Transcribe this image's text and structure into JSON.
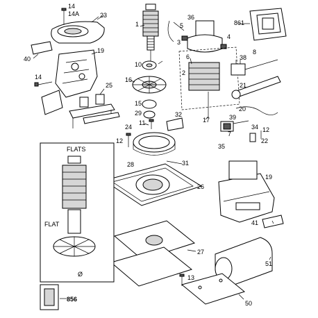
{
  "labels": {
    "l14": "14",
    "l14a": "14A",
    "l23": "23",
    "l40": "40",
    "l19a": "19",
    "l14b": "14",
    "l25": "25",
    "l1": "1",
    "l36": "36",
    "l5": "5",
    "l4": "4",
    "l3": "3",
    "l6": "6",
    "l861": "861",
    "l38": "38",
    "l8": "8",
    "l2": "2",
    "l21": "21",
    "l10": "10",
    "l16": "16",
    "l15": "15",
    "l29": "29",
    "l11": "11",
    "l32": "32",
    "l20": "20",
    "l39": "39",
    "l17": "17",
    "l24": "24",
    "l7": "7",
    "l34": "34",
    "l12a": "12",
    "l35": "35",
    "l22": "22",
    "l12b": "12",
    "l28": "28",
    "l31": "31",
    "l26": "26",
    "l19b": "19",
    "l41": "41",
    "l27": "27",
    "l51": "51",
    "l13": "13",
    "l50": "50",
    "l856": "856",
    "flats": "FLATS",
    "flat": "FLAT",
    "theta": "Ø"
  }
}
